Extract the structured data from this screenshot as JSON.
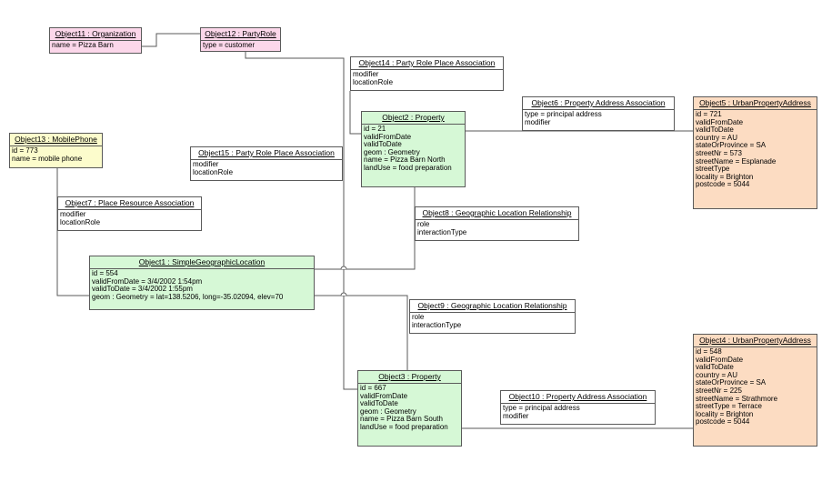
{
  "objects": {
    "o11": {
      "title": "Object11 : Organization",
      "attrs": [
        "name = Pizza Barn"
      ]
    },
    "o12": {
      "title": "Object12 : PartyRole",
      "attrs": [
        "type = customer"
      ]
    },
    "o14": {
      "title": "Object14 : Party Role Place Association",
      "attrs": [
        "modifier",
        "locationRole"
      ]
    },
    "o2": {
      "title": "Object2 : Property",
      "attrs": [
        "id = 21",
        "validFromDate",
        "validToDate",
        "geom : Geometry",
        "name = Pizza Barn North",
        "landUse = food preparation"
      ]
    },
    "o6": {
      "title": "Object6 : Property Address Association",
      "attrs": [
        "type = principal address",
        "modifier"
      ]
    },
    "o5": {
      "title": "Object5 : UrbanPropertyAddress",
      "attrs": [
        "id = 721",
        "validFromDate",
        "validToDate",
        "country = AU",
        "stateOrProvince = SA",
        "streetNr = 573",
        "streetName = Esplanade",
        "streetType",
        "locality = Brighton",
        "postcode = 5044"
      ]
    },
    "o13": {
      "title": "Object13 : MobilePhone",
      "attrs": [
        "id = 773",
        "name = mobile phone"
      ]
    },
    "o15": {
      "title": "Object15 : Party Role Place Association",
      "attrs": [
        "modifier",
        "locationRole"
      ]
    },
    "o7": {
      "title": "Object7 : Place Resource Association",
      "attrs": [
        "modifier",
        "locationRole"
      ]
    },
    "o8": {
      "title": "Object8 : Geographic Location Relationship",
      "attrs": [
        "role",
        "interactionType"
      ]
    },
    "o1": {
      "title": "Object1 : SimpleGeographicLocation",
      "attrs": [
        "id = 554",
        "validFromDate = 3/4/2002 1:54pm",
        "validToDate = 3/4/2002 1:55pm",
        "geom : Geometry = lat=138.5206, long=-35.02094, elev=70"
      ]
    },
    "o9": {
      "title": "Object9 : Geographic Location Relationship",
      "attrs": [
        "role",
        "interactionType"
      ]
    },
    "o4": {
      "title": "Object4 : UrbanPropertyAddress",
      "attrs": [
        "id = 548",
        "validFromDate",
        "validToDate",
        "country = AU",
        "stateOrProvince = SA",
        "streetNr = 225",
        "streetName = Strathmore",
        "streetType = Terrace",
        "locality = Brighton",
        "postcode = 5044"
      ]
    },
    "o3": {
      "title": "Object3 : Property",
      "attrs": [
        "id = 667",
        "validFromDate",
        "validToDate",
        "geom : Geometry",
        "name = Pizza Barn South",
        "landUse = food preparation"
      ]
    },
    "o10": {
      "title": "Object10 : Property Address Association",
      "attrs": [
        "type = principal address",
        "modifier"
      ]
    }
  },
  "colors": {
    "organization": "#fcd7ea",
    "property": "#d6f8d6",
    "mobile_phone": "#fcfccc",
    "address": "#fcdcc2",
    "association": "#ffffff",
    "line": "#5a5a5a"
  }
}
